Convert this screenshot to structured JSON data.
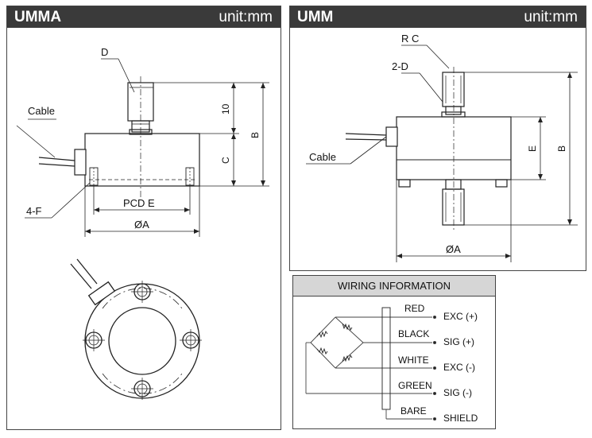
{
  "umma": {
    "title": "UMMA",
    "unit": "unit:mm",
    "labels": {
      "d": "D",
      "cable": "Cable",
      "dim10": "10",
      "c": "C",
      "b": "B",
      "pcd": "PCD E",
      "f": "4-F",
      "a": "ØA"
    }
  },
  "umm": {
    "title": "UMM",
    "unit": "unit:mm",
    "labels": {
      "rc": "R C",
      "d2": "2-D",
      "cable": "Cable",
      "e": "E",
      "b": "B",
      "a": "ØA"
    }
  },
  "wiring": {
    "title": "WIRING INFORMATION",
    "rows": [
      {
        "color": "RED",
        "signal": "EXC (+)"
      },
      {
        "color": "BLACK",
        "signal": "SIG (+)"
      },
      {
        "color": "WHITE",
        "signal": "EXC (-)"
      },
      {
        "color": "GREEN",
        "signal": "SIG (-)"
      },
      {
        "color": "BARE",
        "signal": "SHIELD"
      }
    ]
  }
}
